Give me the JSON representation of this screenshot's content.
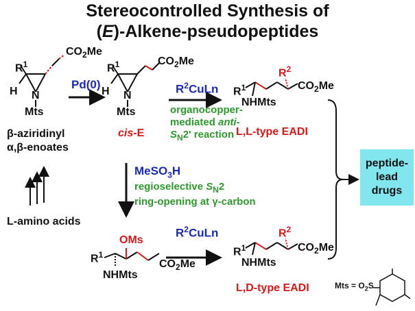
{
  "title": {
    "line1": "Stereocontrolled Synthesis of",
    "line2_prefix": "(",
    "line2_italic": "E",
    "line2_suffix": ")-Alkene-pseudopeptides"
  },
  "start": {
    "label1": "β-aziridinyl",
    "label2": "α,β-enoates",
    "source": "L-amino acids",
    "atoms": {
      "R1": "R",
      "R1_sup": "1",
      "H": "H",
      "N": "N",
      "Mts": "Mts",
      "CO2Me": "CO",
      "CO2Me_sub": "2",
      "CO2Me_tail": "Me"
    }
  },
  "step1": {
    "reagent": "Pd(0)"
  },
  "cisE": {
    "label_prefix": "cis",
    "label_suffix": "-E"
  },
  "step2": {
    "reagent": "R",
    "reagent_sup": "2",
    "reagent_tail": "CuLn",
    "desc_line1": "organocopper-",
    "desc_line2_prefix": "mediated ",
    "desc_line2_italic": "anti-",
    "desc_line3_italic": "S",
    "desc_line3_sub": "N",
    "desc_line3_suffix": "2' reaction"
  },
  "product1": {
    "label": "L,L-type EADI",
    "NHMts": "NHMts"
  },
  "step3": {
    "reagent": "MeSO",
    "reagent_sub": "3",
    "reagent_tail": "H",
    "desc_line1_prefix": "regioselective ",
    "desc_line1_italic": "S",
    "desc_line1_sub": "N",
    "desc_line1_suffix": "2",
    "desc_line2": "ring-opening at γ-carbon"
  },
  "intermediate": {
    "OMs": "OMs",
    "NHMts": "NHMts"
  },
  "step4": {
    "reagent": "R",
    "reagent_sup": "2",
    "reagent_tail": "CuLn"
  },
  "product2": {
    "label": "L,D-type EADI",
    "NHMts": "NHMts"
  },
  "target": {
    "line1": "peptide-",
    "line2": "lead",
    "line3": "drugs"
  },
  "mts_def": {
    "lhs": "Mts =",
    "o2s_prefix": "O",
    "o2s_sub": "2",
    "o2s_tail": "S"
  },
  "colors": {
    "reagent": "#1c2ab8",
    "description": "#2e9a2e",
    "product": "#d81818",
    "target_box": "#82e6ee"
  }
}
